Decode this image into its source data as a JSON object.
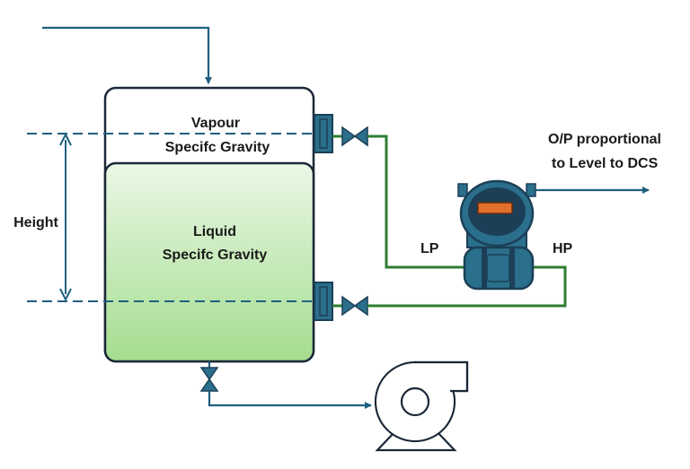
{
  "labels": {
    "vapour": "Vapour",
    "vapour_sg": "Specifc Gravity",
    "liquid": "Liquid",
    "liquid_sg": "Specifc Gravity",
    "height": "Height",
    "lp": "LP",
    "hp": "HP",
    "output_line1": "O/P proportional",
    "output_line2": "to Level to DCS"
  },
  "colors": {
    "process_line": "#1f5f7f",
    "impulse_line": "#2e7d32",
    "instrument_body": "#2a6f8c",
    "instrument_dark": "#1c3f57",
    "display_orange": "#e0702c",
    "liquid_top": "#eaf8e6",
    "liquid_bottom": "#a5dd8f",
    "vessel_outline": "#1b2838"
  }
}
